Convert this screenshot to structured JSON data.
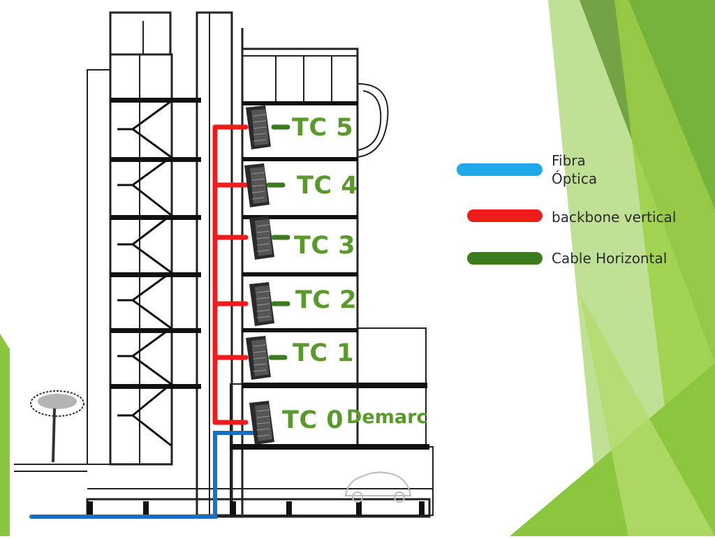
{
  "floors": [
    {
      "label": "TC 5"
    },
    {
      "label": "TC 4"
    },
    {
      "label": "TC 3"
    },
    {
      "label": "TC 2"
    },
    {
      "label": "TC 1"
    },
    {
      "label": "TC 0"
    }
  ],
  "demarc_label": "Demarc",
  "legend": [
    {
      "line1": "Fibra",
      "line2": "Óptica",
      "color": "#22a7e8"
    },
    {
      "line1": "backbone vertical",
      "line2": "",
      "color": "#ef1c1c"
    },
    {
      "line1": "Cable Horizontal",
      "line2": "",
      "color": "#3b7a1e"
    }
  ],
  "colors": {
    "fiber": "#1a6fc4",
    "backbone": "#ee1c1c",
    "horizontal": "#3b7a1e",
    "label_green": "#5a9a2c",
    "rack": "#2a2a2a"
  },
  "icons": {
    "rack": "server-rack-icon",
    "tree": "tree-icon",
    "car": "car-icon"
  }
}
